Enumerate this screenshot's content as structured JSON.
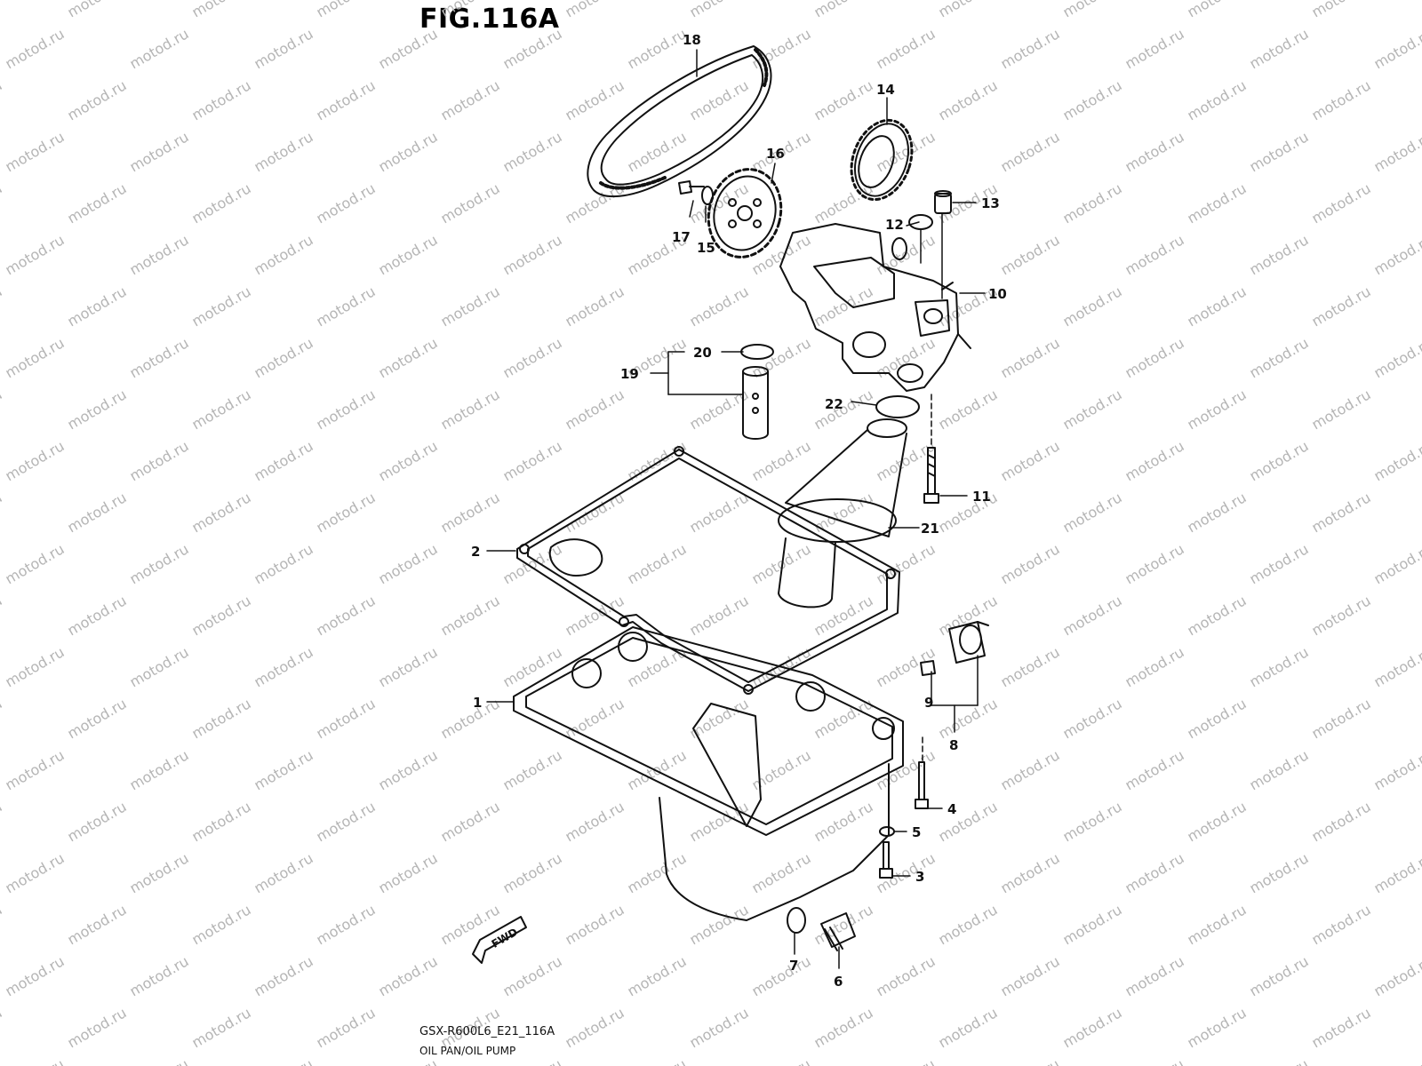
{
  "figure": {
    "title": "FIG.116A",
    "model_code": "GSX-R600L6_E21_116A",
    "description": "OIL PAN/OIL PUMP",
    "fwd_label": "FWD",
    "watermark_text": "motod.ru"
  },
  "callouts": [
    {
      "label": "1",
      "part": "oil-pan"
    },
    {
      "label": "2",
      "part": "oil-pan-gasket"
    },
    {
      "label": "3",
      "part": "bolt"
    },
    {
      "label": "4",
      "part": "bolt"
    },
    {
      "label": "5",
      "part": "washer"
    },
    {
      "label": "6",
      "part": "drain-plug"
    },
    {
      "label": "7",
      "part": "gasket"
    },
    {
      "label": "8",
      "part": "oil-pressure-switch-assembly"
    },
    {
      "label": "9",
      "part": "screw"
    },
    {
      "label": "10",
      "part": "oil-pump"
    },
    {
      "label": "11",
      "part": "bolt"
    },
    {
      "label": "12",
      "part": "o-ring"
    },
    {
      "label": "13",
      "part": "dowel-pin"
    },
    {
      "label": "14",
      "part": "drive-sprocket"
    },
    {
      "label": "15",
      "part": "washer"
    },
    {
      "label": "16",
      "part": "driven-sprocket"
    },
    {
      "label": "17",
      "part": "bolt"
    },
    {
      "label": "18",
      "part": "drive-chain"
    },
    {
      "label": "19",
      "part": "pipe-assembly"
    },
    {
      "label": "20",
      "part": "o-ring"
    },
    {
      "label": "21",
      "part": "oil-strainer"
    },
    {
      "label": "22",
      "part": "o-ring"
    }
  ],
  "colors": {
    "line": "#111111",
    "watermark": "#b5b5b5",
    "background": "#ffffff"
  }
}
